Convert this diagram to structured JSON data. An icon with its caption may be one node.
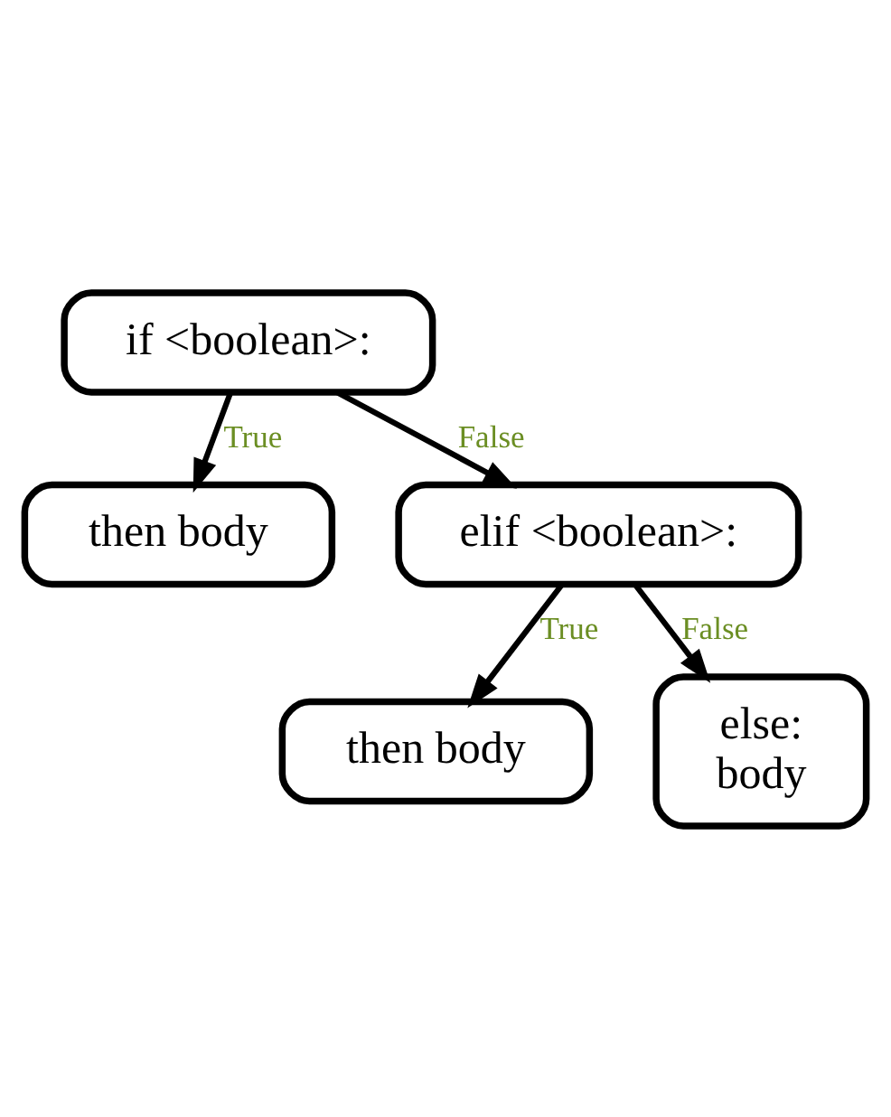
{
  "diagram": {
    "nodes": [
      {
        "text": [
          "if <boolean>:"
        ]
      },
      {
        "text": [
          "then body"
        ]
      },
      {
        "text": [
          "elif <boolean>:"
        ]
      },
      {
        "text": [
          "then body"
        ]
      },
      {
        "text": [
          "else:",
          "body"
        ]
      }
    ],
    "edges": [
      {
        "from": 0,
        "to": 1,
        "arrow": "to",
        "label": "True"
      },
      {
        "from": 0,
        "to": 2,
        "arrow": "to",
        "label": "False"
      },
      {
        "from": 2,
        "to": 3,
        "arrow": "to",
        "label": "True"
      },
      {
        "from": 2,
        "to": 4,
        "arrow": "to",
        "label": "False"
      }
    ]
  }
}
